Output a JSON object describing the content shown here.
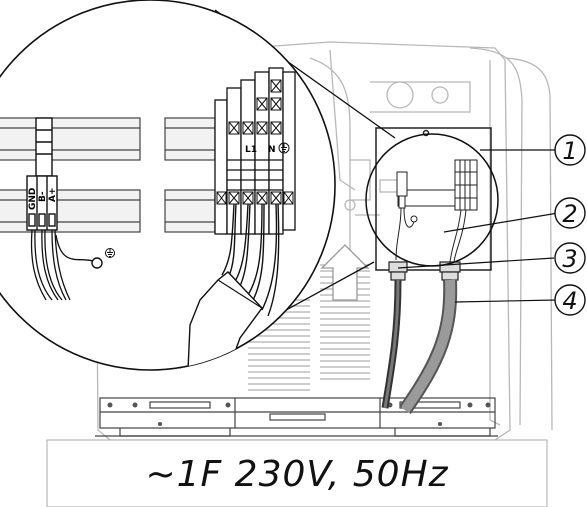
{
  "caption": "~1F 230V, 50Hz",
  "callouts": [
    {
      "number": "1"
    },
    {
      "number": "2"
    },
    {
      "number": "3"
    },
    {
      "number": "4"
    }
  ],
  "terminal_labels": {
    "gnd": "GND",
    "b_minus": "B-",
    "a_plus": "A+",
    "l1": "L1",
    "n": "N",
    "earth_symbol": "earth-ground-icon"
  },
  "colors": {
    "line": "#222222",
    "housing": "#bbbbbb",
    "cable_grey": "#8a8a8a",
    "cable_dark": "#444444"
  }
}
